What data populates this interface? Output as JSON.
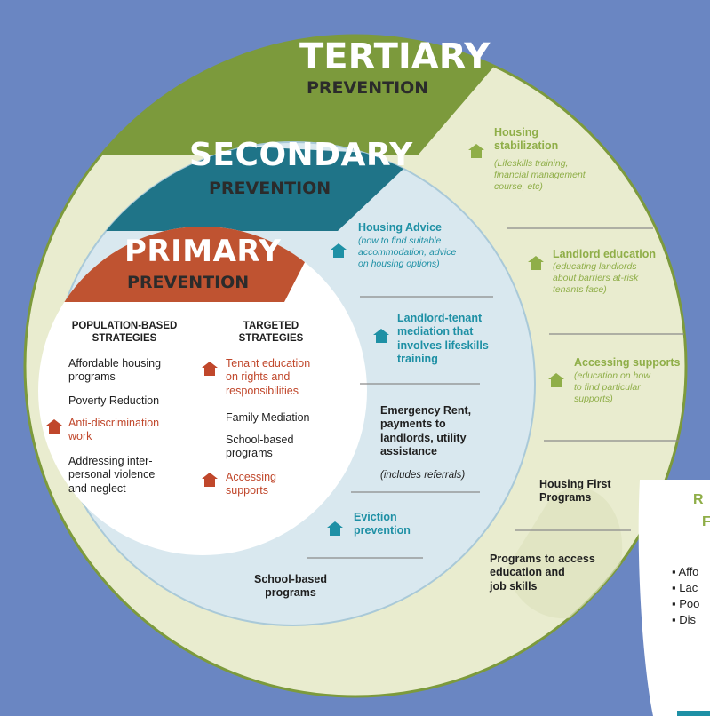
{
  "tertiary": {
    "title": "TERTIARY",
    "subtitle": "PREVENTION"
  },
  "secondary": {
    "title": "SECONDARY",
    "subtitle": "PREVENTION"
  },
  "primary": {
    "title": "PRIMARY",
    "subtitle": "PREVENTION"
  },
  "primary_columns": {
    "population_heading": "POPULATION-BASED\nSTRATEGIES",
    "targeted_heading": "TARGETED\nSTRATEGIES",
    "population_items": [
      "Affordable housing\nprograms",
      "Poverty Reduction",
      "Anti-discrimination\nwork",
      "Addressing inter-\npersonal violence\nand neglect"
    ],
    "targeted_items": [
      "Tenant education\non rights and\nresponsibilities",
      "Family Mediation",
      "School-based\nprograms",
      "Accessing\nsupports"
    ]
  },
  "secondary_items": {
    "housing_advice_title": "Housing Advice",
    "housing_advice_note": "(how to find suitable\naccommodation, advice\non housing options)",
    "landlord_tenant": "Landlord-tenant\nmediation that\ninvolves lifeskills\ntraining",
    "emergency_rent": "Emergency Rent,\npayments to\nlandlords, utility\nassistance",
    "emergency_rent_note": "(includes referrals)",
    "eviction": "Eviction\nprevention",
    "school_based": "School-based\nprograms"
  },
  "tertiary_items": {
    "housing_stab_title": "Housing\nstabilization",
    "housing_stab_note": "(Lifeskills training,\nfinancial management\ncourse, etc)",
    "landlord_ed_title": "Landlord education",
    "landlord_ed_note": "(educating landlords\nabout barriers at-risk\ntenants face)",
    "accessing_title": "Accessing supports",
    "accessing_note": "(education on how\nto find particular\nsupports)",
    "housing_first": "Housing First\nPrograms",
    "programs_access": "Programs to access\neducation and\njob skills"
  },
  "side_panel": {
    "heading_fragment": "R",
    "heading_fragment2": "F",
    "bullets": [
      "Affo",
      "Lac",
      "Poo",
      "Dis"
    ]
  },
  "colors": {
    "background": "#6a86c2",
    "tertiary_green": "#7c9a3c",
    "secondary_teal": "#1f7488",
    "primary_red": "#bf5331",
    "tertiary_fill": "#e9eccf",
    "secondary_fill": "#d9e8ef",
    "house_icon_teal": "#1e90a5",
    "house_icon_green": "#8fae48",
    "house_icon_red": "#c0472b"
  }
}
